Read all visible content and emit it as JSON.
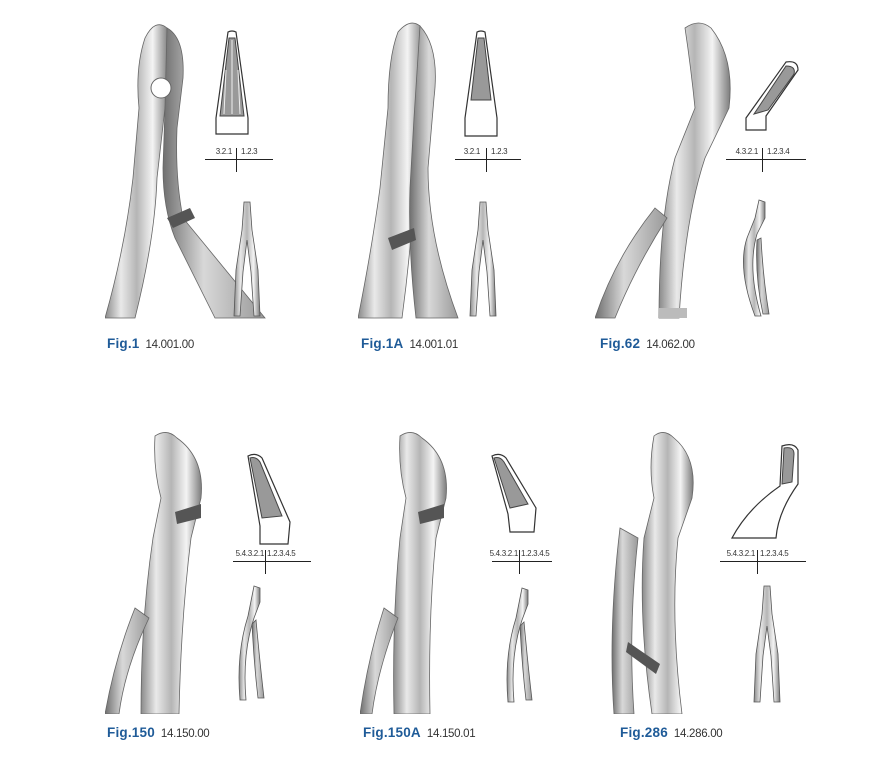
{
  "figures": [
    {
      "label": "Fig.1",
      "code": "14.001.00",
      "scale_left": "3.2.1",
      "scale_right": "1.2.3"
    },
    {
      "label": "Fig.1A",
      "code": "14.001.01",
      "scale_left": "3.2.1",
      "scale_right": "1.2.3"
    },
    {
      "label": "Fig.62",
      "code": "14.062.00",
      "scale_left": "4.3.2.1",
      "scale_right": "1.2.3.4"
    },
    {
      "label": "Fig.150",
      "code": "14.150.00",
      "scale_left": "5.4.3.2.1",
      "scale_right": "1.2.3.4.5"
    },
    {
      "label": "Fig.150A",
      "code": "14.150.01",
      "scale_left": "5.4.3.2.1",
      "scale_right": "1.2.3.4.5"
    },
    {
      "label": "Fig.286",
      "code": "14.286.00",
      "scale_left": "5.4.3.2.1",
      "scale_right": "1.2.3.4.5"
    }
  ],
  "colors": {
    "figure_label": "#1f5b98",
    "code_text": "#333333",
    "steel_light": "#e8e8e8",
    "steel_dark": "#7a7a7a"
  }
}
